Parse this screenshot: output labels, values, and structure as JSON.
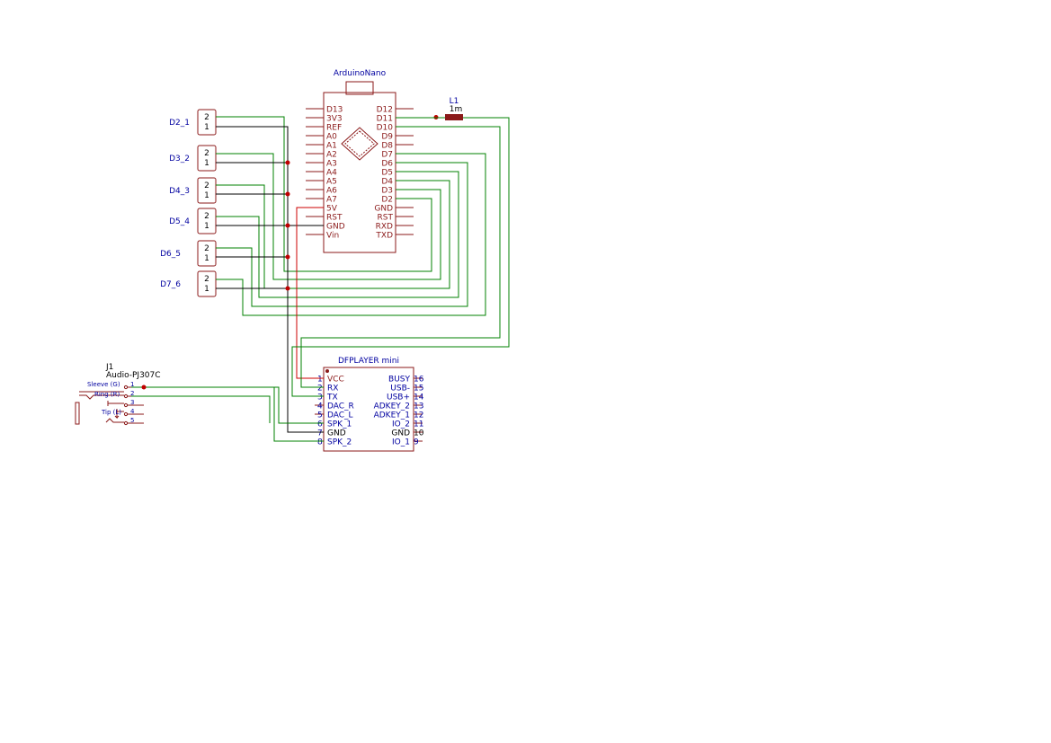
{
  "arduino": {
    "ref_name": "ArduinoNano",
    "left_pins": [
      "D13",
      "3V3",
      "REF",
      "A0",
      "A1",
      "A2",
      "A3",
      "A4",
      "A5",
      "A6",
      "A7",
      "5V",
      "RST",
      "GND",
      "Vin"
    ],
    "right_pins": [
      "D12",
      "D11",
      "D10",
      "D9",
      "D8",
      "D7",
      "D6",
      "D5",
      "D4",
      "D3",
      "D2",
      "GND",
      "RST",
      "RXD",
      "TXD"
    ]
  },
  "inductor": {
    "ref": "L1",
    "value": "1m"
  },
  "connectors": [
    {
      "name": "D2_1",
      "pin_top": "2",
      "pin_bottom": "1"
    },
    {
      "name": "D3_2",
      "pin_top": "2",
      "pin_bottom": "1"
    },
    {
      "name": "D4_3",
      "pin_top": "2",
      "pin_bottom": "1"
    },
    {
      "name": "D5_4",
      "pin_top": "2",
      "pin_bottom": "1"
    },
    {
      "name": "D6_5",
      "pin_top": "2",
      "pin_bottom": "1"
    },
    {
      "name": "D7_6",
      "pin_top": "2",
      "pin_bottom": "1"
    }
  ],
  "dfplayer": {
    "title": "DFPLAYER mini",
    "left_pins": [
      {
        "num": "1",
        "name": "VCC"
      },
      {
        "num": "2",
        "name": "RX"
      },
      {
        "num": "3",
        "name": "TX"
      },
      {
        "num": "4",
        "name": "DAC_R"
      },
      {
        "num": "5",
        "name": "DAC_L"
      },
      {
        "num": "6",
        "name": "SPK_1"
      },
      {
        "num": "7",
        "name": "GND"
      },
      {
        "num": "8",
        "name": "SPK_2"
      }
    ],
    "right_pins": [
      {
        "num": "16",
        "name": "BUSY"
      },
      {
        "num": "15",
        "name": "USB-"
      },
      {
        "num": "14",
        "name": "USB+"
      },
      {
        "num": "13",
        "name": "ADKEY_2"
      },
      {
        "num": "12",
        "name": "ADKEY_1"
      },
      {
        "num": "11",
        "name": "IO_2"
      },
      {
        "num": "10",
        "name": "GND"
      },
      {
        "num": "9",
        "name": "IO_1"
      }
    ]
  },
  "jack": {
    "ref": "J1",
    "value": "Audio-PJ307C",
    "labels": [
      "Sleeve (G)",
      "Ring (R)",
      "Tip (L)"
    ],
    "pin_nums": [
      "1",
      "2",
      "3",
      "4",
      "5"
    ]
  },
  "colors": {
    "symbol": "#8b1a1a",
    "wire": "#008000",
    "pin_text": "#0000a0",
    "junction": "#c00000"
  }
}
